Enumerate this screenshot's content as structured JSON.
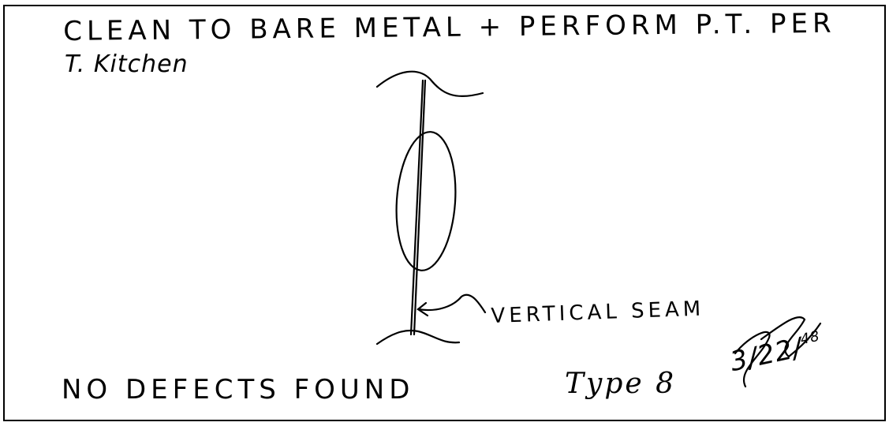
{
  "note": {
    "instruction_line1": "CLEAN TO BARE METAL + PERFORM P.T. PER",
    "instruction_line2": "T. Kitchen",
    "seam_label": "VERTICAL SEAM",
    "result": "NO DEFECTS FOUND",
    "type_label": "Type 8",
    "date": "3/22/",
    "date_year": "48",
    "initials": "TK"
  }
}
